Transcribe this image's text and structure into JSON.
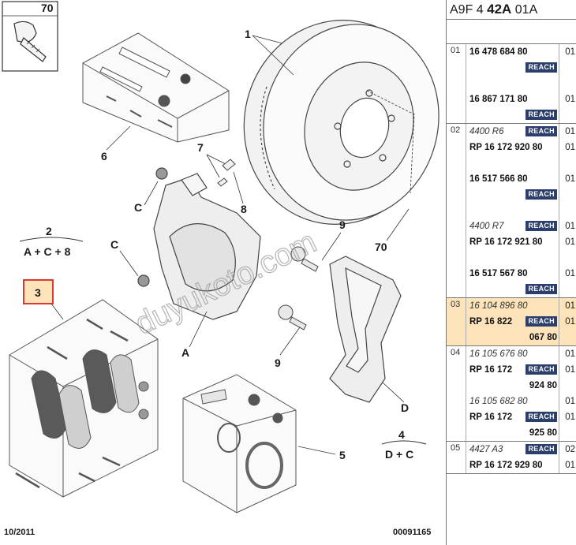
{
  "diagram": {
    "labels": {
      "l1": "1",
      "l2": "2",
      "l3": "3",
      "l4": "4",
      "l5": "5",
      "l6": "6",
      "l7": "7",
      "l8": "8",
      "l9a": "9",
      "l9b": "9",
      "l70box": "70",
      "l70": "70",
      "la": "A",
      "lc1": "C",
      "lc2": "C",
      "ld": "D",
      "eq2": "A + C + 8",
      "eq4": "D + C"
    },
    "footer_left": "10/2011",
    "footer_right": "00091165",
    "watermark": "duyukoto.com",
    "highlight_color": "#d93c2b"
  },
  "panel": {
    "header_prefix": "A9F  4",
    "header_bold": "42A",
    "header_suffix": "01A",
    "badge": "REACH",
    "highlight_bg": "#fde3b9",
    "groups": [
      {
        "num": "01",
        "rows": [
          {
            "ref": "16 478 684 80",
            "style": "b",
            "qty": "01",
            "reach": false
          },
          {
            "ref": "",
            "style": "b",
            "qty": "",
            "reach": true
          },
          {
            "ref": "",
            "style": "b",
            "qty": "",
            "reach": false
          },
          {
            "ref": "16 867 171 80",
            "style": "b",
            "qty": "01",
            "reach": false
          },
          {
            "ref": "",
            "style": "b",
            "qty": "",
            "reach": true
          }
        ]
      },
      {
        "num": "02",
        "rows": [
          {
            "ref": "4400 R6",
            "style": "it",
            "qty": "01",
            "reach": true
          },
          {
            "ref": "RP 16 172 920 80",
            "style": "b",
            "qty": "01",
            "reach": false
          },
          {
            "ref": "",
            "style": "b",
            "qty": "",
            "reach": false
          },
          {
            "ref": "16 517 566 80",
            "style": "b",
            "qty": "01",
            "reach": false
          },
          {
            "ref": "",
            "style": "b",
            "qty": "",
            "reach": true
          },
          {
            "ref": "",
            "style": "b",
            "qty": "",
            "reach": false
          },
          {
            "ref": "4400 R7",
            "style": "it",
            "qty": "01",
            "reach": true
          },
          {
            "ref": "RP 16 172 921 80",
            "style": "b",
            "qty": "01",
            "reach": false
          },
          {
            "ref": "",
            "style": "b",
            "qty": "",
            "reach": false
          },
          {
            "ref": "16 517 567 80",
            "style": "b",
            "qty": "01",
            "reach": false
          },
          {
            "ref": "",
            "style": "b",
            "qty": "",
            "reach": true
          }
        ]
      },
      {
        "num": "03",
        "highlight": true,
        "rows": [
          {
            "ref": "16 104 896 80",
            "style": "it",
            "qty": "01",
            "reach": false
          },
          {
            "ref": "RP 16 822",
            "style": "b",
            "qty": "01",
            "reach": true
          },
          {
            "ref": "067 80",
            "style": "b",
            "qty": "",
            "reach": false,
            "right": true
          }
        ]
      },
      {
        "num": "04",
        "rows": [
          {
            "ref": "16 105 676 80",
            "style": "it",
            "qty": "01",
            "reach": false
          },
          {
            "ref": "RP 16 172",
            "style": "b",
            "qty": "01",
            "reach": true
          },
          {
            "ref": "924 80",
            "style": "b",
            "qty": "",
            "reach": false,
            "right": true
          },
          {
            "ref": "16 105 682 80",
            "style": "it",
            "qty": "01",
            "reach": false
          },
          {
            "ref": "RP 16 172",
            "style": "b",
            "qty": "01",
            "reach": true
          },
          {
            "ref": "925 80",
            "style": "b",
            "qty": "",
            "reach": false,
            "right": true
          }
        ]
      },
      {
        "num": "05",
        "rows": [
          {
            "ref": "4427 A3",
            "style": "it",
            "qty": "02",
            "reach": true
          },
          {
            "ref": "RP 16 172 929 80",
            "style": "b",
            "qty": "01",
            "reach": false
          }
        ]
      }
    ]
  }
}
